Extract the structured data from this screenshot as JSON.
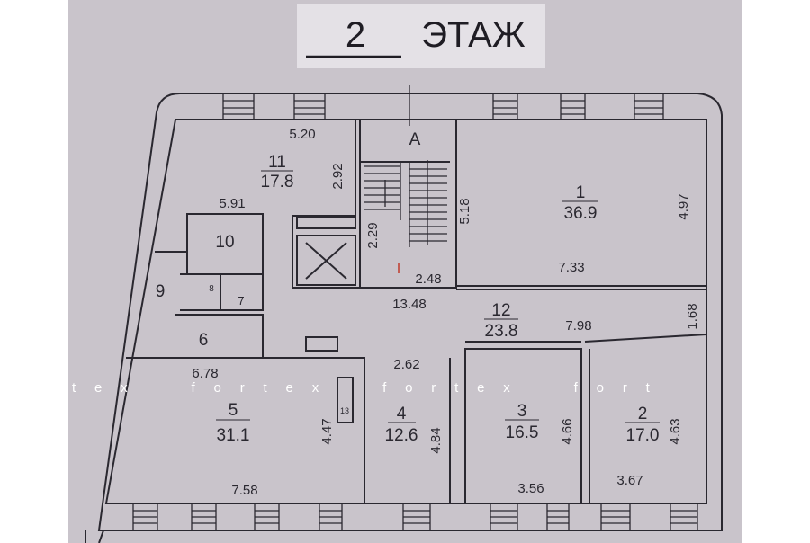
{
  "title": {
    "floor_number": "2",
    "floor_word": "ЭТАЖ"
  },
  "stair_label": "A",
  "watermark": "t     e     x                 f     o     r     t     e     x                 f     o     r     t     e     x                 f     o     r     t",
  "rooms": [
    {
      "id": "1",
      "area": "36.9"
    },
    {
      "id": "2",
      "area": "17.0"
    },
    {
      "id": "3",
      "area": "16.5"
    },
    {
      "id": "4",
      "area": "12.6"
    },
    {
      "id": "5",
      "area": "31.1"
    },
    {
      "id": "6"
    },
    {
      "id": "7"
    },
    {
      "id": "8"
    },
    {
      "id": "9"
    },
    {
      "id": "10"
    },
    {
      "id": "11",
      "area": "17.8"
    },
    {
      "id": "12",
      "area": "23.8"
    },
    {
      "id": "13"
    }
  ],
  "dimensions": {
    "d520": "5.20",
    "d292": "2.92",
    "d591": "5.91",
    "d229": "2.29",
    "d248": "2.48",
    "d1348": "13.48",
    "d518": "5.18",
    "d497": "4.97",
    "d733": "7.33",
    "d798": "7.98",
    "d168": "1.68",
    "d262": "2.62",
    "d678": "6.78",
    "d447": "4.47",
    "d758": "7.58",
    "d484": "4.84",
    "d466": "4.66",
    "d356": "3.56",
    "d463": "4.63",
    "d367": "3.67"
  }
}
